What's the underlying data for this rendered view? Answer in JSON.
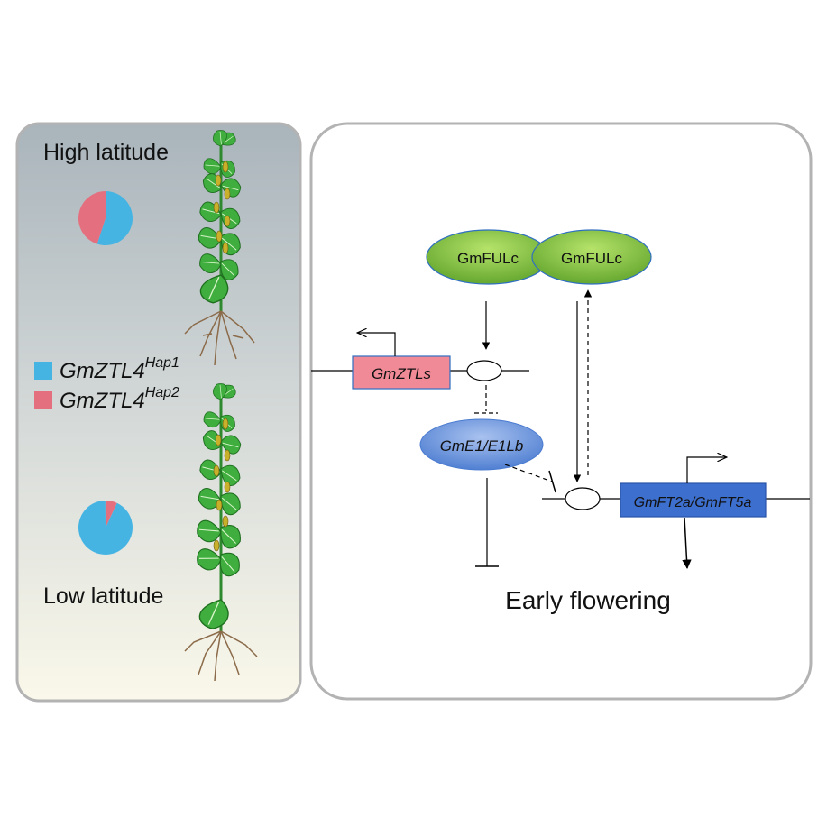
{
  "left_panel": {
    "high_label": "High latitude",
    "low_label": "Low latitude",
    "legend": [
      {
        "base": "GmZTL4",
        "sup": "Hap1",
        "color": "#45b4e3"
      },
      {
        "base": "GmZTL4",
        "sup": "Hap2",
        "color": "#e4707f"
      }
    ],
    "pie_high": {
      "hap1_fraction": 0.55,
      "hap2_fraction": 0.45
    },
    "pie_low": {
      "hap1_fraction": 0.93,
      "hap2_fraction": 0.07
    }
  },
  "right_panel": {
    "ful_left": "GmFULc",
    "ful_right": "GmFULc",
    "ztl_box": "GmZTLs",
    "e1_label": "GmE1/E1Lb",
    "ft_box": "GmFT2a/GmFT5a",
    "outcome": "Early flowering"
  },
  "colors": {
    "hap1": "#45b4e3",
    "hap2": "#e4707f",
    "ful_fill": "#7cc242",
    "ztl_fill": "#f08a97",
    "e1_fill": "#5f8fd6",
    "ft_fill": "#3d6fce"
  }
}
